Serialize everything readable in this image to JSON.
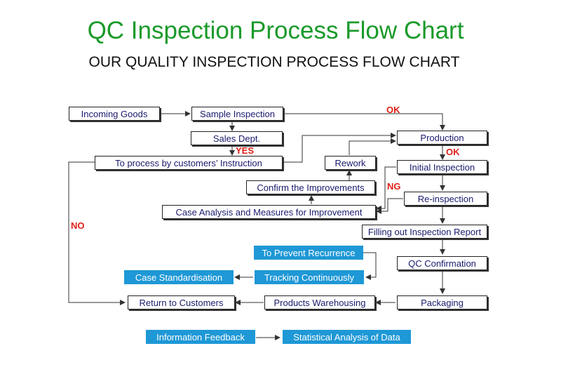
{
  "header": {
    "title": "QC Inspection Process Flow Chart",
    "subtitle": "OUR QUALITY INSPECTION PROCESS FLOW CHART"
  },
  "colors": {
    "title": "#1a9a2a",
    "box_text": "#1a1a6e",
    "blue_box": "#1e98d6",
    "label_red": "#e0201a"
  },
  "nodes": {
    "incoming_goods": "Incoming Goods",
    "sample_inspection": "Sample Inspection",
    "sales_dept": "Sales Dept.",
    "customer_instruction": "To process by customers’ Instruction",
    "production": "Production",
    "rework": "Rework",
    "initial_inspection": "Initial Inspection",
    "confirm_improvements": "Confirm the Improvements",
    "reinspection": "Re-inspection",
    "case_analysis": "Case Analysis and Measures for Improvement",
    "inspection_report": "Filling out Inspection Report",
    "prevent_recurrence": "To Prevent Recurrence",
    "qc_confirmation": "QC Confirmation",
    "case_standardisation": "Case Standardisation",
    "tracking": "Tracking Continuously",
    "return_customers": "Return to Customers",
    "products_warehousing": "Products Warehousing",
    "packaging": "Packaging",
    "information_feedback": "Information Feedback",
    "statistical_analysis": "Statistical Analysis of Data"
  },
  "edge_labels": {
    "ok_top": "OK",
    "yes": "YES",
    "ok_production": "OK",
    "ng": "NG",
    "no": "NO"
  }
}
